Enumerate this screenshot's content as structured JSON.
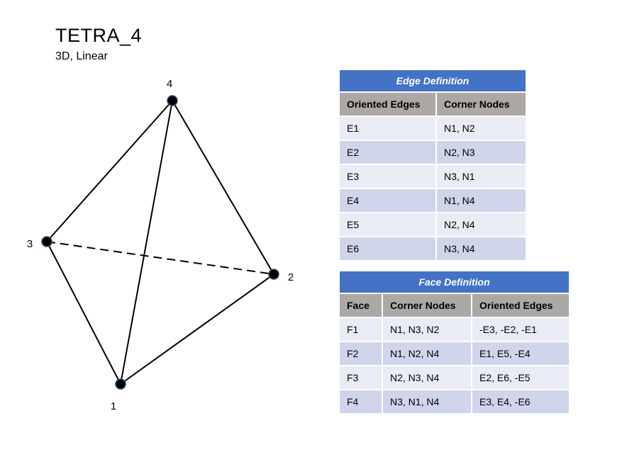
{
  "header": {
    "title": "TETRA_4",
    "subtitle": "3D, Linear"
  },
  "diagram": {
    "nodes": [
      {
        "id": "1",
        "label": "1"
      },
      {
        "id": "2",
        "label": "2"
      },
      {
        "id": "3",
        "label": "3"
      },
      {
        "id": "4",
        "label": "4"
      }
    ],
    "edges": [
      {
        "from": "1",
        "to": "2",
        "style": "solid"
      },
      {
        "from": "2",
        "to": "4",
        "style": "solid"
      },
      {
        "from": "3",
        "to": "4",
        "style": "solid"
      },
      {
        "from": "1",
        "to": "3",
        "style": "solid"
      },
      {
        "from": "1",
        "to": "4",
        "style": "solid"
      },
      {
        "from": "3",
        "to": "2",
        "style": "dashed"
      }
    ],
    "colors": {
      "line": "#000000",
      "node_fill": "#000000",
      "node_outline": "#2f4b7c"
    }
  },
  "edge_table": {
    "caption": "Edge Definition",
    "headers": [
      "Oriented Edges",
      "Corner Nodes"
    ],
    "rows": [
      [
        "E1",
        "N1, N2"
      ],
      [
        "E2",
        "N2, N3"
      ],
      [
        "E3",
        "N3, N1"
      ],
      [
        "E4",
        "N1, N4"
      ],
      [
        "E5",
        "N2, N4"
      ],
      [
        "E6",
        "N3, N4"
      ]
    ]
  },
  "face_table": {
    "caption": "Face Definition",
    "headers": [
      "Face",
      "Corner Nodes",
      "Oriented Edges"
    ],
    "rows": [
      [
        "F1",
        "N1, N3, N2",
        "-E3, -E2, -E1"
      ],
      [
        "F2",
        "N1, N2, N4",
        "E1, E5, -E4"
      ],
      [
        "F3",
        "N2, N3, N4",
        "E2, E6, -E5"
      ],
      [
        "F4",
        "N3, N1, N4",
        "E3, E4, -E6"
      ]
    ]
  },
  "colors": {
    "caption_bg": "#4472c4",
    "header_bg": "#aba8a5",
    "row_light": "#e9ebf5",
    "row_dark": "#cfd5ea"
  }
}
